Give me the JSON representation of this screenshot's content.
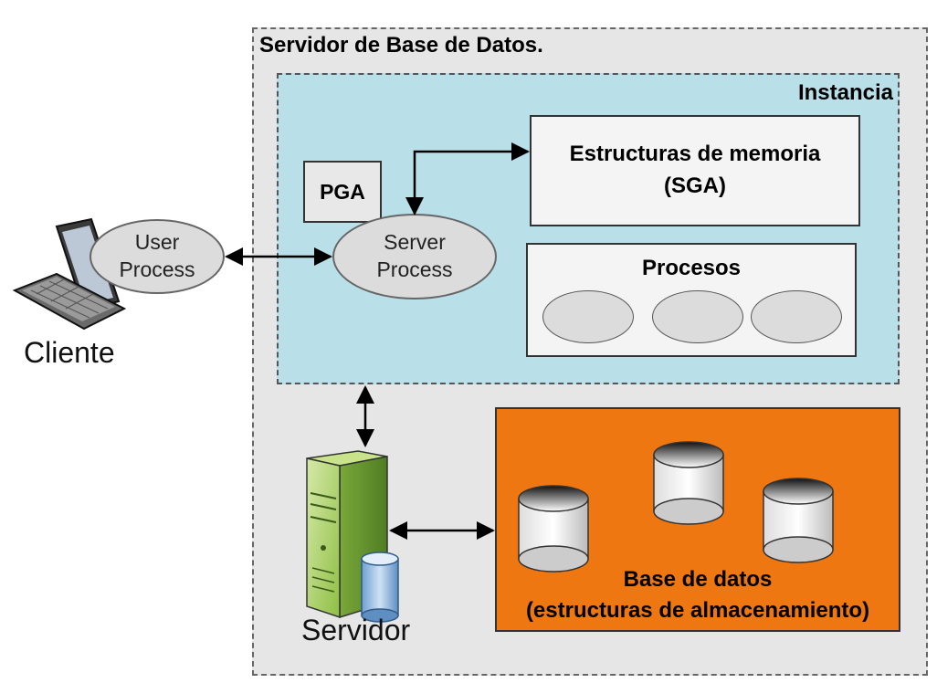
{
  "server": {
    "title": "Servidor de Base de Datos."
  },
  "instance": {
    "title": "Instancia"
  },
  "sga": {
    "line1": "Estructuras de memoria",
    "line2": "(SGA)"
  },
  "procesos": {
    "title": "Procesos",
    "oval_count": 3
  },
  "pga": {
    "label": "PGA"
  },
  "server_process": {
    "line1": "Server",
    "line2": "Process"
  },
  "user_process": {
    "line1": "User",
    "line2": "Process"
  },
  "client": {
    "label": "Cliente",
    "icon": "laptop-icon"
  },
  "server_machine": {
    "label": "Servidor",
    "icon": "server-tower-icon"
  },
  "database": {
    "line1": "Base de datos",
    "line2": "(estructuras de almacenamiento)",
    "cylinder_count": 3,
    "icon": "database-cylinder-icon"
  },
  "colors": {
    "instance_fill": "#b9dfe9",
    "server_fill": "#e6e6e6",
    "database_fill": "#ee7711",
    "box_fill": "#f4f4f4",
    "oval_fill": "#dcdcdc"
  }
}
